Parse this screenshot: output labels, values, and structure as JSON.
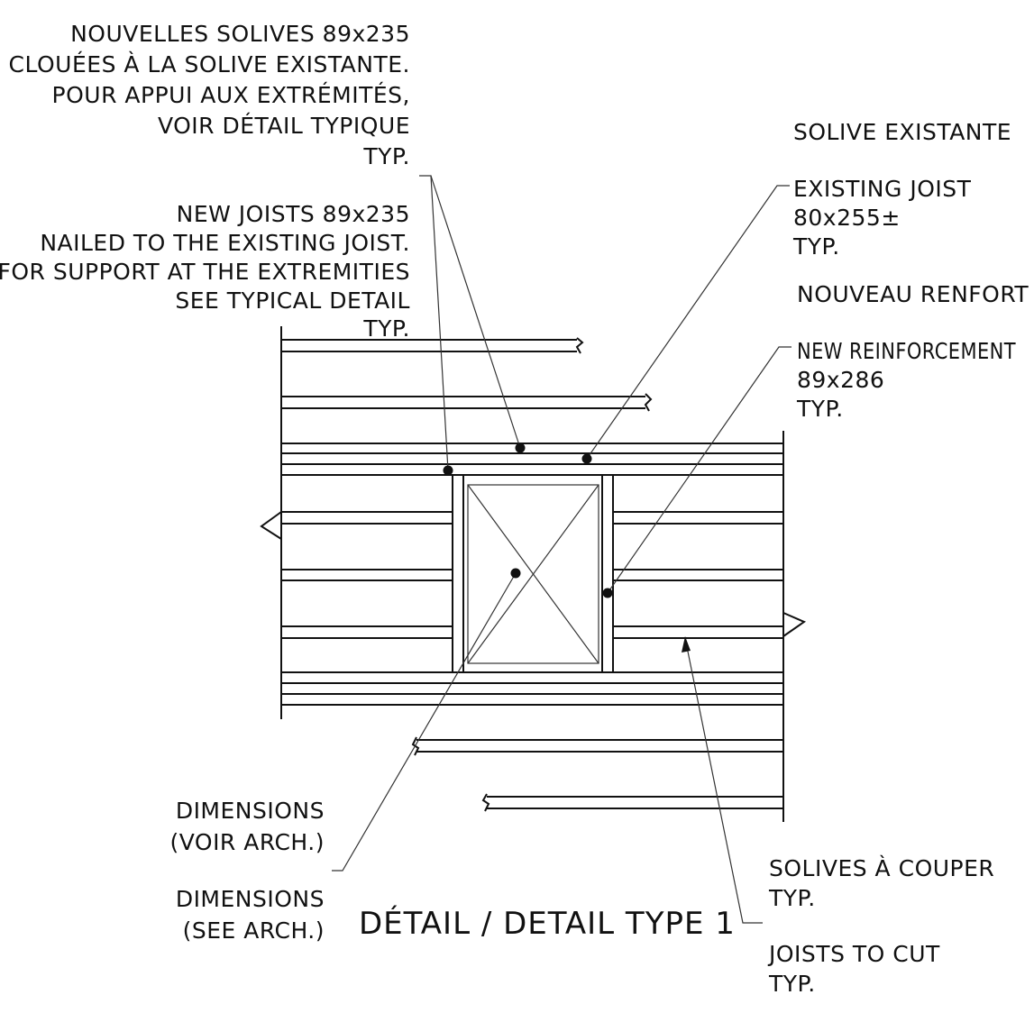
{
  "notes": {
    "new_joists_fr": [
      "NOUVELLES SOLIVES 89x235",
      "CLOUÉES À LA SOLIVE EXISTANTE.",
      "POUR APPUI AUX EXTRÉMITÉS,",
      "VOIR DÉTAIL TYPIQUE",
      "TYP."
    ],
    "new_joists_en": [
      "NEW JOISTS 89x235",
      "NAILED TO THE EXISTING JOIST.",
      "FOR SUPPORT AT THE EXTREMITIES",
      "SEE TYPICAL DETAIL",
      "TYP."
    ],
    "existing_joist_fr": [
      "SOLIVE EXISTANTE"
    ],
    "existing_joist_en": [
      "EXISTING JOIST",
      "80x255±",
      "TYP."
    ],
    "new_reinforcement_fr": [
      "NOUVEAU RENFORT"
    ],
    "new_reinforcement_en": [
      "NEW REINFORCEMENT",
      "89x286",
      "TYP."
    ],
    "dimensions_fr": [
      "DIMENSIONS",
      "(VOIR ARCH.)"
    ],
    "dimensions_en": [
      "DIMENSIONS",
      "(SEE ARCH.)"
    ],
    "joists_to_cut_fr": [
      "SOLIVES À COUPER",
      "TYP."
    ],
    "joists_to_cut_en": [
      "JOISTS TO CUT",
      "TYP."
    ]
  },
  "title": "DÉTAIL / DETAIL TYPE 1"
}
